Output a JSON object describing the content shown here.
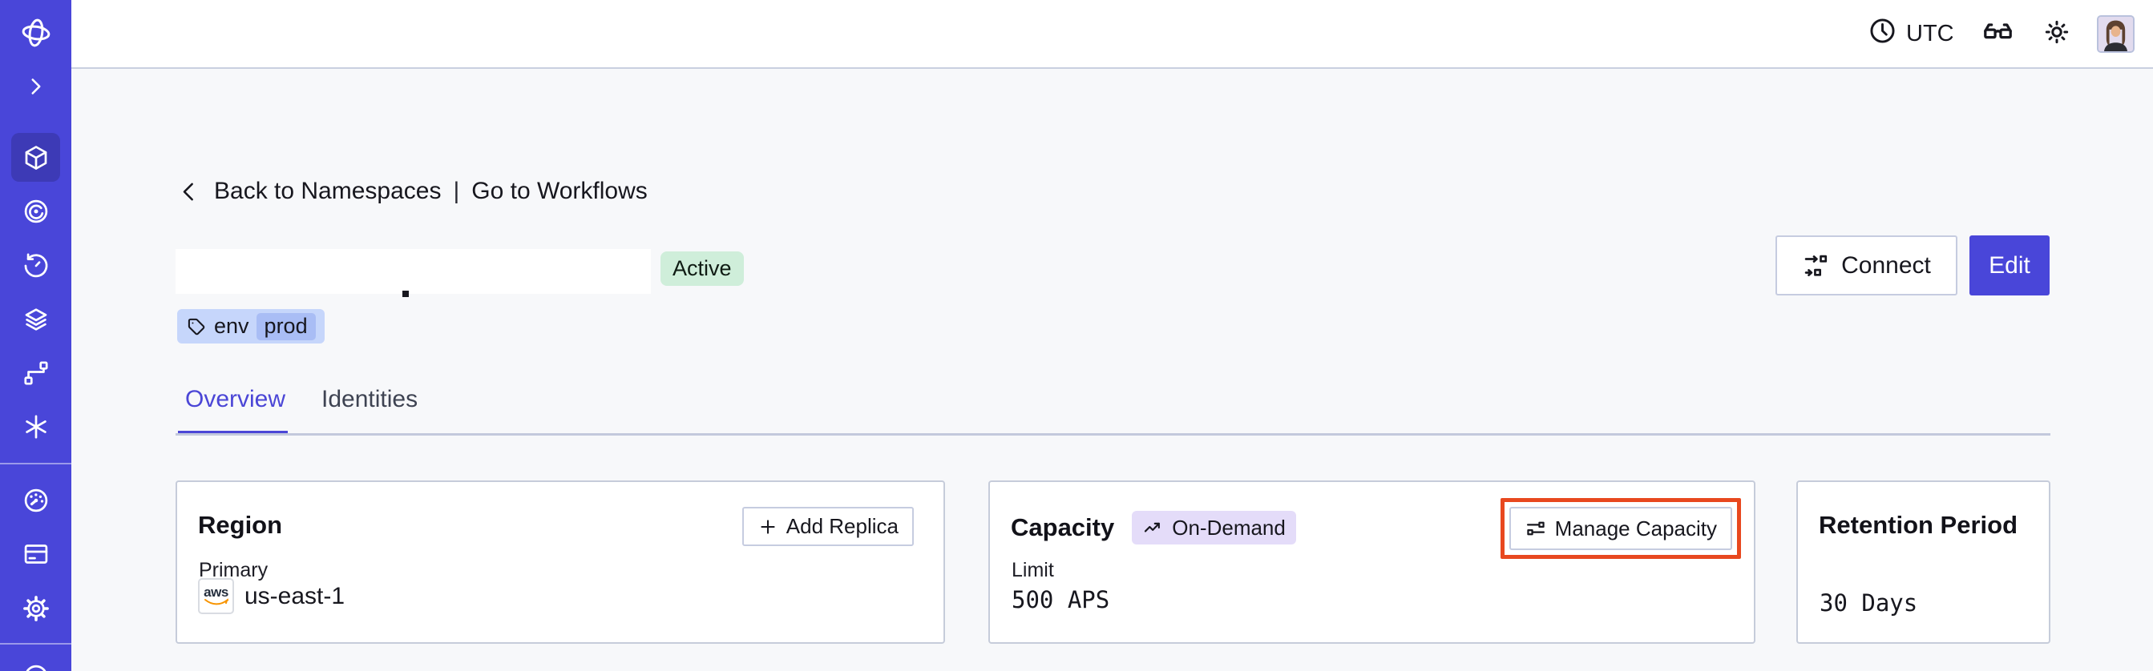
{
  "colors": {
    "sidebar_bg": "#4946D9",
    "sidebar_active_bg": "#3D3AB6",
    "accent_indigo": "#4B46D6",
    "page_bg": "#F7F8FA",
    "card_border": "#C6CCDA",
    "active_badge_bg": "#CFEEDA",
    "tag_bg": "#C6D6FB",
    "tag_chip_bg": "#A9BDF5",
    "ondemand_badge_bg": "#E4DCF9",
    "annotation_red": "#E8481F",
    "aws_orange": "#F79400",
    "aws_navy": "#252F3E"
  },
  "sidebar": {
    "items": [
      {
        "icon": "temporal-logo-icon"
      },
      {
        "icon": "expand-sidebar-icon"
      },
      {
        "icon": "namespaces-icon",
        "active": true
      },
      {
        "icon": "monitoring-icon"
      },
      {
        "icon": "history-icon"
      },
      {
        "icon": "stacks-icon"
      },
      {
        "icon": "deployments-icon"
      },
      {
        "icon": "nexus-icon"
      },
      {
        "icon": "usage-icon"
      },
      {
        "icon": "billing-icon"
      },
      {
        "icon": "settings-icon"
      },
      {
        "icon": "help-icon"
      }
    ]
  },
  "header": {
    "timezone": "UTC"
  },
  "breadcrumb": {
    "back": "Back to Namespaces",
    "separator": "|",
    "forward": "Go to Workflows"
  },
  "namespace": {
    "status": "Active",
    "tag": {
      "key": "env",
      "value": "prod"
    }
  },
  "actions": {
    "connect": "Connect",
    "edit": "Edit"
  },
  "tabs": [
    {
      "label": "Overview",
      "active": true
    },
    {
      "label": "Identities",
      "active": false
    }
  ],
  "cards": {
    "region": {
      "title": "Region",
      "button": "Add Replica",
      "label": "Primary",
      "provider": "aws",
      "value": "us-east-1"
    },
    "capacity": {
      "title": "Capacity",
      "badge": "On-Demand",
      "button": "Manage Capacity",
      "label": "Limit",
      "value": "500 APS"
    },
    "retention": {
      "title": "Retention Period",
      "value": "30 Days"
    }
  }
}
